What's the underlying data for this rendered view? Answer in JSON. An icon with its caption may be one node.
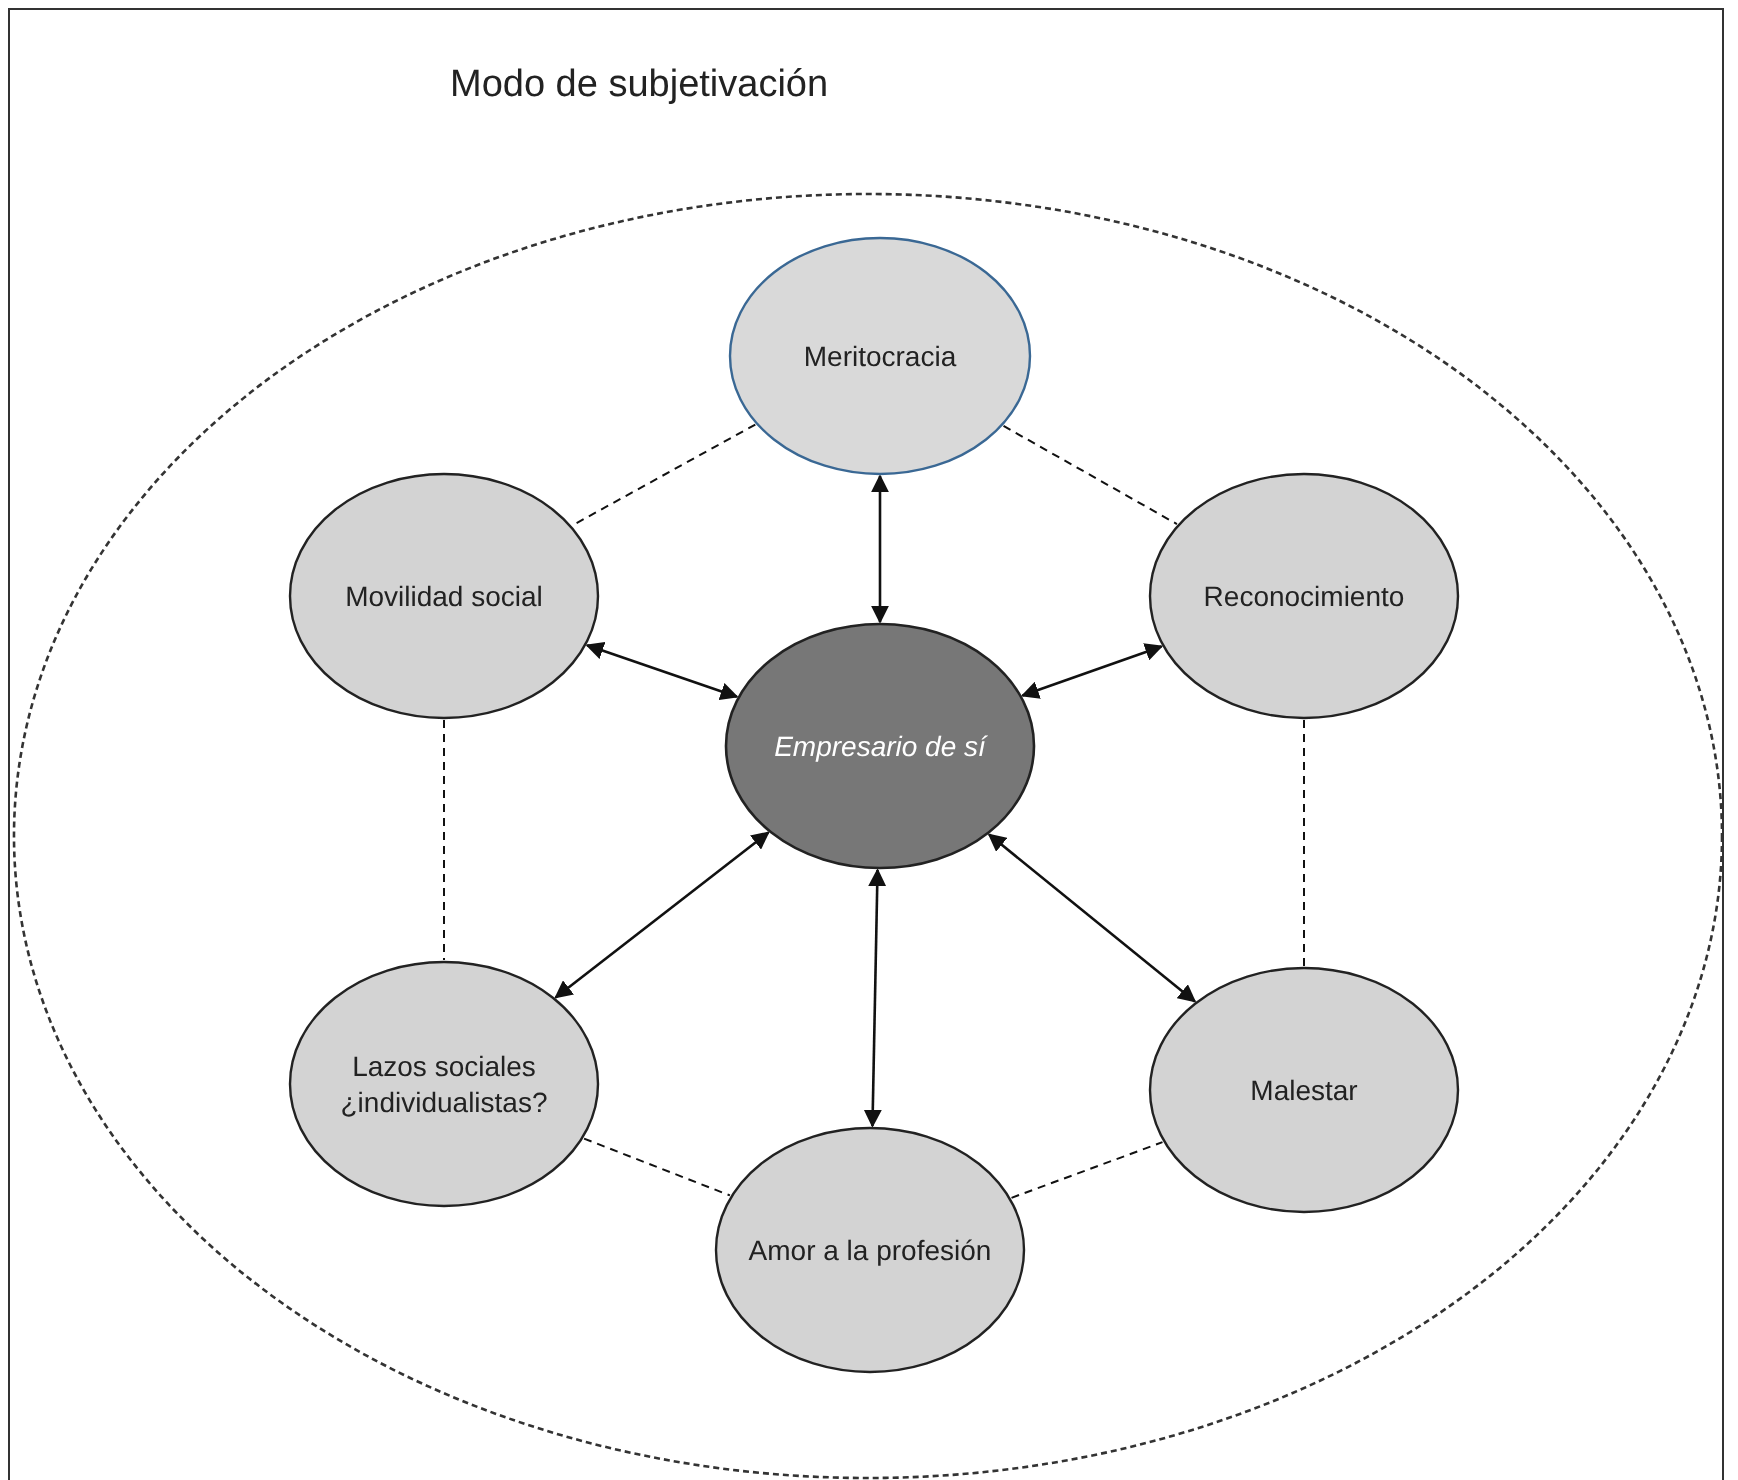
{
  "diagram": {
    "title": "Modo de subjetivación",
    "nodes": [
      {
        "text": [],
        "shape": "ellipse"
      },
      {
        "text": [
          "Meritocracia"
        ],
        "in": 0
      },
      {
        "text": [
          "Movilidad social"
        ],
        "in": 0
      },
      {
        "text": [
          "Reconocimiento"
        ],
        "in": 0
      },
      {
        "text": [
          "Empresario de sí"
        ],
        "in": 0
      },
      {
        "text": [
          "Lazos sociales ¿individualistas?"
        ],
        "in": 0
      },
      {
        "text": [
          "Amor a la profesión"
        ],
        "in": 0
      },
      {
        "text": [
          "Malestar"
        ],
        "in": 0
      }
    ],
    "edges": [
      {
        "from": 4,
        "to": 1,
        "arrow": "both"
      },
      {
        "from": 4,
        "to": 2,
        "arrow": "both"
      },
      {
        "from": 4,
        "to": 3,
        "arrow": "both"
      },
      {
        "from": 4,
        "to": 5,
        "arrow": "both"
      },
      {
        "from": 4,
        "to": 6,
        "arrow": "both"
      },
      {
        "from": 4,
        "to": 7,
        "arrow": "both"
      },
      {
        "from": 1,
        "to": 2,
        "arrow": "none",
        "style": "dashed"
      },
      {
        "from": 1,
        "to": 3,
        "arrow": "none",
        "style": "dashed"
      },
      {
        "from": 2,
        "to": 5,
        "arrow": "none",
        "style": "dashed"
      },
      {
        "from": 3,
        "to": 7,
        "arrow": "none",
        "style": "dashed"
      },
      {
        "from": 5,
        "to": 6,
        "arrow": "none",
        "style": "dashed"
      },
      {
        "from": 6,
        "to": 7,
        "arrow": "none",
        "style": "dashed"
      }
    ]
  }
}
